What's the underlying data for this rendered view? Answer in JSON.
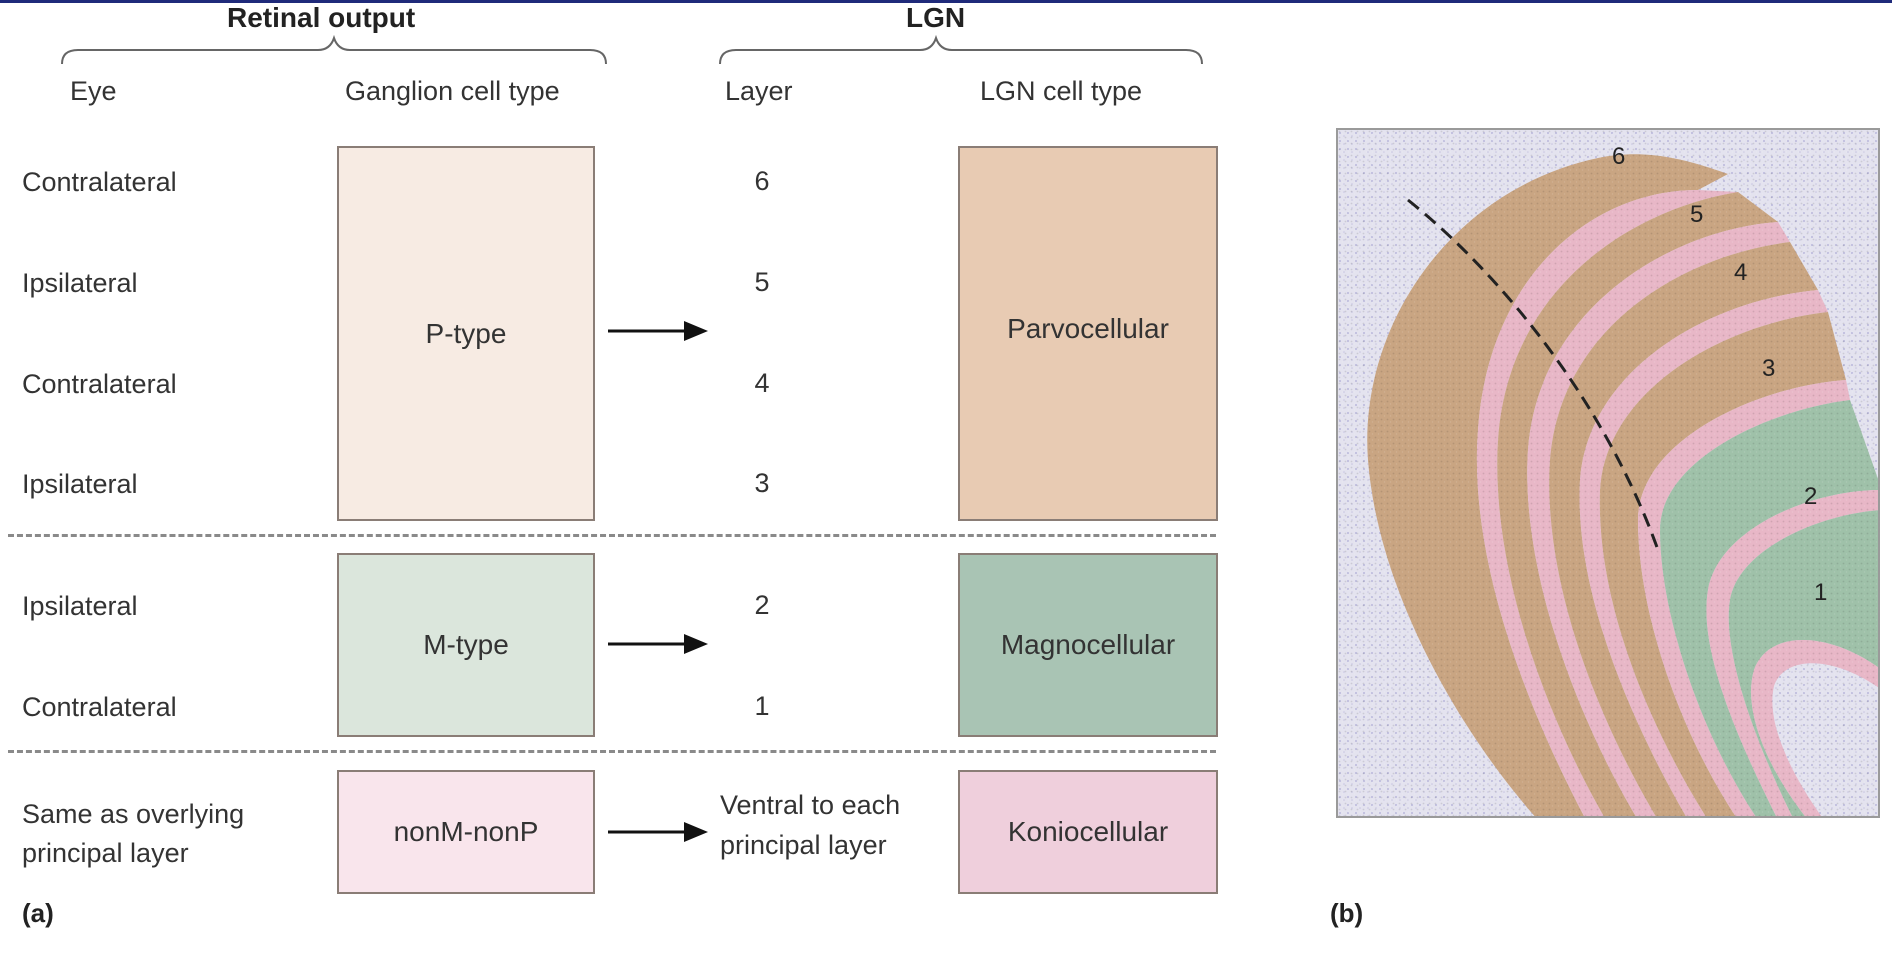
{
  "headers": {
    "retinal_output": "Retinal output",
    "lgn": "LGN"
  },
  "columns": {
    "eye": "Eye",
    "ganglion": "Ganglion cell type",
    "layer": "Layer",
    "lgn_cell": "LGN cell type"
  },
  "eye_rows": [
    "Contralateral",
    "Ipsilateral",
    "Contralateral",
    "Ipsilateral",
    "Ipsilateral",
    "Contralateral"
  ],
  "eye_konio": [
    "Same as overlying",
    "principal layer"
  ],
  "layers": [
    "6",
    "5",
    "4",
    "3",
    "2",
    "1"
  ],
  "layer_konio": [
    "Ventral to each",
    "principal layer"
  ],
  "ganglion_types": {
    "p": "P-type",
    "m": "M-type",
    "k": "nonM-nonP"
  },
  "lgn_types": {
    "p": "Parvocellular",
    "m": "Magnocellular",
    "k": "Koniocellular"
  },
  "panel_labels": {
    "a": "(a)",
    "b": "(b)"
  },
  "micrograph_layers": [
    "6",
    "5",
    "4",
    "3",
    "2",
    "1"
  ],
  "colors": {
    "p_ganglion": "#f7ebe3",
    "m_ganglion": "#dbe6dc",
    "k_ganglion": "#f9e5ec",
    "parvo": "#e8cbb3",
    "magno": "#a9c4b4",
    "konio": "#efcfdc",
    "brace": "#666666",
    "dashed_divider": "#8a8a8a"
  }
}
